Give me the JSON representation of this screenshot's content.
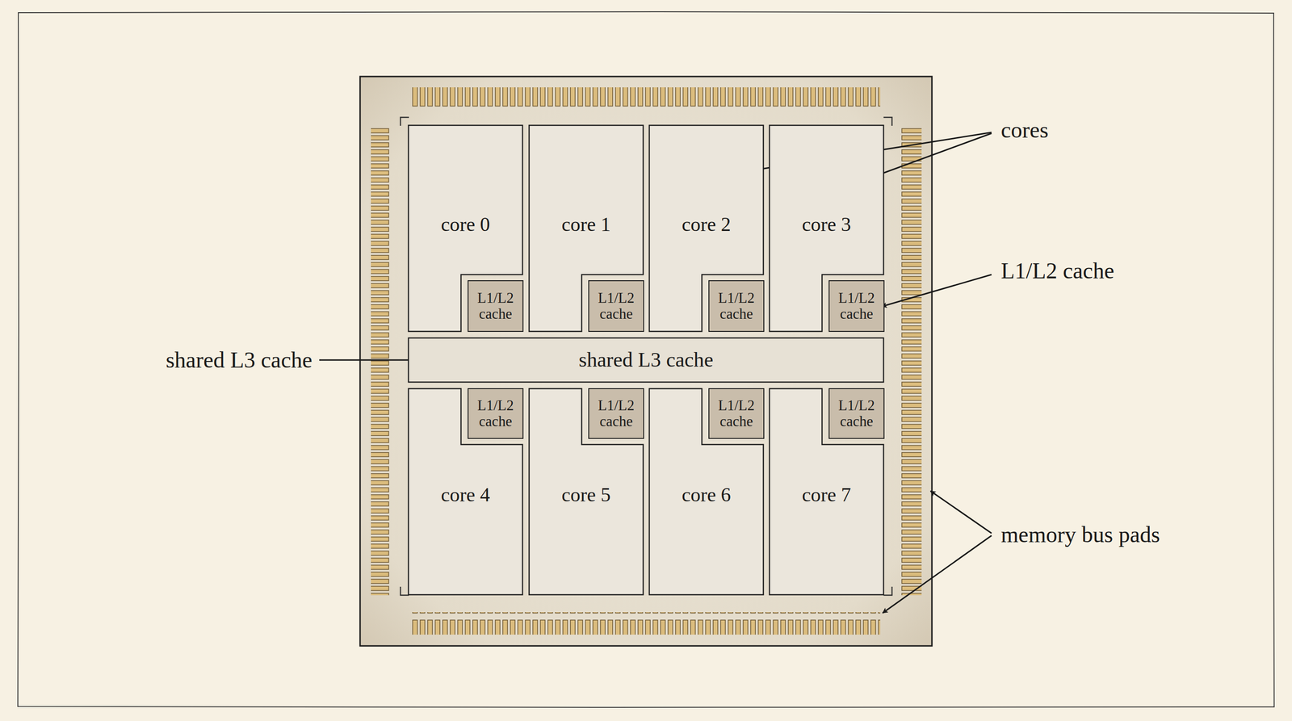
{
  "diagram": {
    "nodes": [
      {
        "text": [
          "core 0"
        ]
      },
      {
        "text": [
          "core 1"
        ]
      },
      {
        "text": [
          "core 2"
        ]
      },
      {
        "text": [
          "core 3"
        ]
      },
      {
        "text": [
          "L1/L2 cache"
        ]
      },
      {
        "text": [
          "L1/L2 cache"
        ]
      },
      {
        "text": [
          "L1/L2 cache"
        ]
      },
      {
        "text": [
          "L1/L2 cache"
        ]
      },
      {
        "text": [
          "shared L3 cache"
        ]
      },
      {
        "text": [
          "L1/L2 cache"
        ]
      },
      {
        "text": [
          "L1/L2 cache"
        ]
      },
      {
        "text": [
          "L1/L2 cache"
        ]
      },
      {
        "text": [
          "L1/L2 cache"
        ]
      },
      {
        "text": [
          "core 4"
        ]
      },
      {
        "text": [
          "core 5"
        ]
      },
      {
        "text": [
          "core 6"
        ]
      },
      {
        "text": [
          "core 7"
        ]
      }
    ],
    "labels": [
      "cores",
      "L1/L2 cache",
      "shared L3 cache",
      "memory bus pads"
    ]
  }
}
